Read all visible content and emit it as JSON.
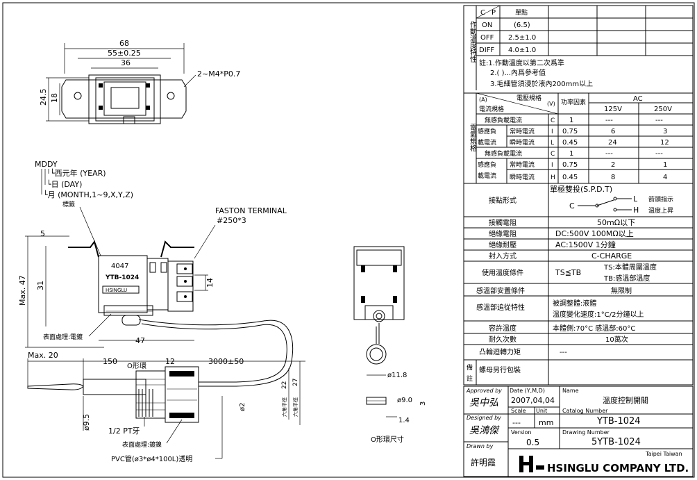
{
  "left_dims": {
    "d68": "68",
    "d55": "55±0.25",
    "d36": "36",
    "m4": "2~M4*P0.7",
    "d24_5": "24.5",
    "d18": "18",
    "mddy": "MDDY",
    "year": "└西元年 (YEAR)",
    "day": "└日 (DAY)",
    "month": "└月 (MONTH,1~9,X,Y,Z)",
    "label_tag": "標籤",
    "faston": "FASTON TERMINAL",
    "faston2": "#250*3",
    "d5": "5",
    "dmax47": "Max. 47",
    "d31": "31",
    "d14": "14",
    "part_a": "4047",
    "part_b": "YTB-1024",
    "part_c": "HSINGLU",
    "plating": "表面處理:電鍍",
    "d47": "47",
    "max20": "Max. 20",
    "d150": "150",
    "d12": "12",
    "oring": "O形環",
    "d3000": "3000±50",
    "d22": "22",
    "d27": "27",
    "hex1": "六角平徑",
    "hex2": "六角平徑",
    "d2": "ø2",
    "d9_5": "ø9.5",
    "pt": "1/2 PT牙",
    "plating2": "表面處理:鍍鎳",
    "pvc": "PVC管(ø3*ø4*100L)透明",
    "d11_8": "ø11.8",
    "d9_0": "ø9.0",
    "d3": "3",
    "d1_4": "1.4",
    "oring_size": "O形環尺寸"
  },
  "spec": {
    "cp_c": "C",
    "cp_p": "P",
    "unit_label": "單點",
    "side_temp": "作動溫度特性",
    "rows": [
      {
        "label": "ON",
        "value": "(6.5)"
      },
      {
        "label": "OFF",
        "value": "2.5±1.0"
      },
      {
        "label": "DIFF",
        "value": "4.0±1.0"
      }
    ],
    "notes": [
      "註:1.作動溫度以第二次爲準",
      "2.(  )...內爲參考值",
      "3.毛細管須浸於液內200mm以上"
    ],
    "elec_head_a": "(A)",
    "elec_head_b": "電壓規格",
    "elec_head_c": "(V)",
    "elec_head_d": "電流規格",
    "power_factor": "功率因素",
    "ac": "AC",
    "v125": "125V",
    "v250": "250V",
    "side_elec": "電氣規格",
    "elec_rows": [
      {
        "label": "無感負載電流",
        "code": "C",
        "pf": "1",
        "v125": "---",
        "v250": "---"
      },
      {
        "label": "常時電流",
        "code": "I",
        "pf": "0.75",
        "v125": "6",
        "v250": "3"
      },
      {
        "label": "瞬時電流",
        "code": "L",
        "pf": "0.45",
        "v125": "24",
        "v250": "12"
      },
      {
        "label": "無感負載電流",
        "code": "C",
        "pf": "1",
        "v125": "---",
        "v250": "---"
      },
      {
        "label": "常時電流",
        "code": "I",
        "pf": "0.75",
        "v125": "2",
        "v250": "1"
      },
      {
        "label": "瞬時電流",
        "code": "H",
        "pf": "0.45",
        "v125": "8",
        "v250": "4"
      }
    ],
    "inductive_a": "感應負",
    "inductive_b": "載電流",
    "contact_form": "接點形式",
    "spdt": "單極雙投(S.P.D.T)",
    "sw_c": "C",
    "sw_l": "L",
    "sw_h": "H",
    "sw_l_note": "箭頭指示",
    "sw_h_note": "溫度上昇",
    "props": [
      {
        "label": "接觸電阻",
        "value": "50mΩ以下"
      },
      {
        "label": "絕緣電阻",
        "value": "DC:500V     100MΩ以上"
      },
      {
        "label": "絕緣耐壓",
        "value": "AC:1500V     1分鐘"
      },
      {
        "label": "封入方式",
        "value": "C-CHARGE"
      }
    ],
    "use_temp": "使用溫度條件",
    "ts_tb": "TS≦TB",
    "ts_note": "TS:本體周圍溫度",
    "tb_note": "TB:感溫部溫度",
    "sense_pos": "感溫部安置條件",
    "sense_pos_v": "無限制",
    "follow": "感溫部追從特性",
    "follow_v1": "被調整體:液體",
    "follow_v2": "溫度變化速度:1°C/2分鐘以上",
    "allow_temp": "容許溫度",
    "allow_temp_v": "本體側:70°C    感溫部:60°C",
    "endurance": "耐久次數",
    "endurance_v": "10萬次",
    "torque": "凸輪迴轉力矩",
    "torque_v": "---",
    "remark_a": "備",
    "remark_b": "註",
    "remark_v": "螺母另行包裝"
  },
  "title_block": {
    "approved_by": "Approved by",
    "approved_sig": "吳中弘",
    "date_label": "Date (Y,M,D)",
    "date": "2007,04,04",
    "name_label": "Name",
    "name": "溫度控制開關",
    "scale_label": "Scale",
    "unit_label": "Unit",
    "scale": "---",
    "unit": "mm",
    "catalog_label": "Catalog Number",
    "catalog": "YTB-1024",
    "designed_by": "Designed by",
    "designed_sig": "吳鴻傑",
    "version_label": "Version",
    "version": "0.5",
    "drawing_label": "Drawing Number",
    "drawing": "5YTB-1024",
    "drawn_by": "Drawn by",
    "drawn": "許明霞",
    "location": "Taipei Taiwan",
    "company": "HSINGLU COMPANY LTD."
  }
}
